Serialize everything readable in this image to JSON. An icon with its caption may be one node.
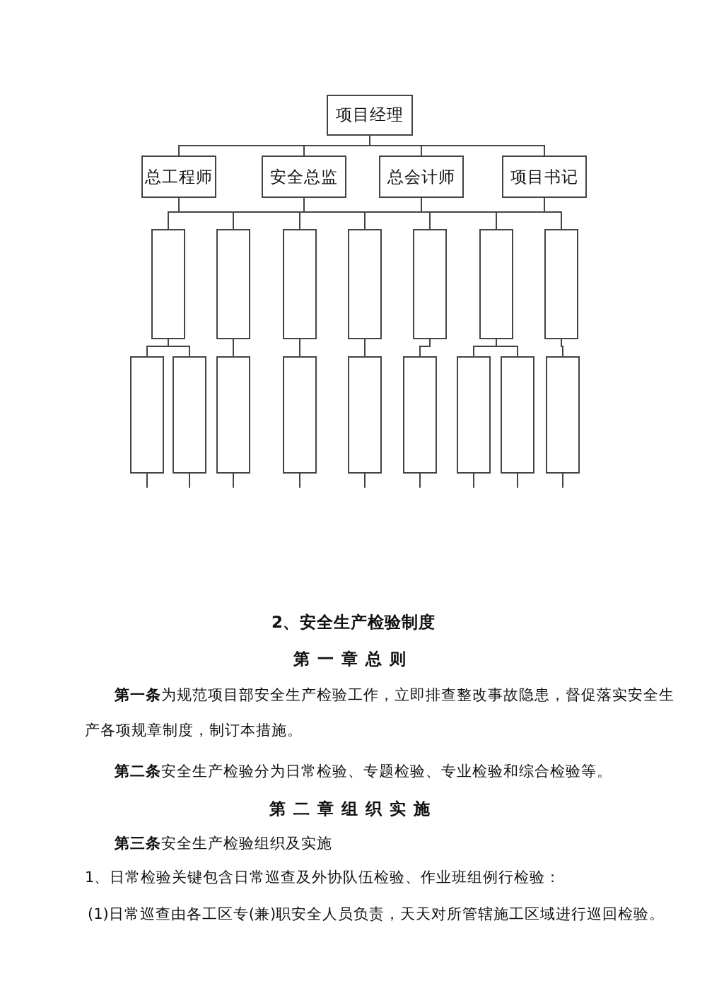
{
  "diagram": {
    "nodes": [
      {
        "text": [
          "项目经理"
        ]
      },
      {
        "text": [
          "总工程师"
        ]
      },
      {
        "text": [
          "安全总监"
        ]
      },
      {
        "text": [
          "总会计师"
        ]
      },
      {
        "text": [
          "项目书记"
        ]
      },
      {
        "text": [],
        "shape": "box"
      },
      {
        "text": [],
        "shape": "box"
      },
      {
        "text": [],
        "shape": "box"
      },
      {
        "text": [],
        "shape": "box"
      },
      {
        "text": [],
        "shape": "box"
      },
      {
        "text": [],
        "shape": "box"
      },
      {
        "text": [],
        "shape": "box"
      },
      {
        "text": [],
        "shape": "box"
      },
      {
        "text": [],
        "shape": "box"
      },
      {
        "text": [],
        "shape": "box"
      },
      {
        "text": [],
        "shape": "box"
      },
      {
        "text": [],
        "shape": "box"
      },
      {
        "text": [],
        "shape": "box"
      },
      {
        "text": [],
        "shape": "box"
      },
      {
        "text": [],
        "shape": "box"
      },
      {
        "text": [],
        "shape": "box"
      }
    ],
    "edges": [
      {
        "from": 0,
        "to": 1,
        "arrow": "none"
      },
      {
        "from": 0,
        "to": 2,
        "arrow": "none"
      },
      {
        "from": 0,
        "to": 3,
        "arrow": "none"
      },
      {
        "from": 0,
        "to": 4,
        "arrow": "none"
      },
      {
        "from": 1,
        "to": 5,
        "arrow": "none"
      },
      {
        "from": 1,
        "to": 6,
        "arrow": "none"
      },
      {
        "from": 1,
        "to": 7,
        "arrow": "none"
      },
      {
        "from": 1,
        "to": 8,
        "arrow": "none"
      },
      {
        "from": 1,
        "to": 9,
        "arrow": "none"
      },
      {
        "from": 1,
        "to": 10,
        "arrow": "none"
      },
      {
        "from": 1,
        "to": 11,
        "arrow": "none"
      },
      {
        "from": 2,
        "to": 5,
        "arrow": "none"
      },
      {
        "from": 2,
        "to": 6,
        "arrow": "none"
      },
      {
        "from": 2,
        "to": 7,
        "arrow": "none"
      },
      {
        "from": 2,
        "to": 8,
        "arrow": "none"
      },
      {
        "from": 2,
        "to": 9,
        "arrow": "none"
      },
      {
        "from": 2,
        "to": 10,
        "arrow": "none"
      },
      {
        "from": 2,
        "to": 11,
        "arrow": "none"
      },
      {
        "from": 3,
        "to": 5,
        "arrow": "none"
      },
      {
        "from": 3,
        "to": 6,
        "arrow": "none"
      },
      {
        "from": 3,
        "to": 7,
        "arrow": "none"
      },
      {
        "from": 3,
        "to": 8,
        "arrow": "none"
      },
      {
        "from": 3,
        "to": 9,
        "arrow": "none"
      },
      {
        "from": 3,
        "to": 10,
        "arrow": "none"
      },
      {
        "from": 3,
        "to": 11,
        "arrow": "none"
      },
      {
        "from": 4,
        "to": 5,
        "arrow": "none"
      },
      {
        "from": 4,
        "to": 6,
        "arrow": "none"
      },
      {
        "from": 4,
        "to": 7,
        "arrow": "none"
      },
      {
        "from": 4,
        "to": 8,
        "arrow": "none"
      },
      {
        "from": 4,
        "to": 9,
        "arrow": "none"
      },
      {
        "from": 4,
        "to": 10,
        "arrow": "none"
      },
      {
        "from": 4,
        "to": 11,
        "arrow": "none"
      },
      {
        "from": 5,
        "to": 12,
        "arrow": "none"
      },
      {
        "from": 5,
        "to": 13,
        "arrow": "none"
      },
      {
        "from": 6,
        "to": 14,
        "arrow": "none"
      },
      {
        "from": 7,
        "to": 15,
        "arrow": "none"
      },
      {
        "from": 8,
        "to": 16,
        "arrow": "none"
      },
      {
        "from": 9,
        "to": 17,
        "arrow": "none"
      },
      {
        "from": 10,
        "to": 18,
        "arrow": "none"
      },
      {
        "from": 10,
        "to": 19,
        "arrow": "none"
      },
      {
        "from": 11,
        "to": 20,
        "arrow": "none"
      },
      {
        "from": 12,
        "to": null,
        "arrow": "none"
      },
      {
        "from": 13,
        "to": null,
        "arrow": "none"
      },
      {
        "from": 14,
        "to": null,
        "arrow": "none"
      },
      {
        "from": 15,
        "to": null,
        "arrow": "none"
      },
      {
        "from": 16,
        "to": null,
        "arrow": "none"
      },
      {
        "from": 17,
        "to": null,
        "arrow": "none"
      },
      {
        "from": 18,
        "to": null,
        "arrow": "none"
      },
      {
        "from": 19,
        "to": null,
        "arrow": "none"
      },
      {
        "from": 20,
        "to": null,
        "arrow": "none"
      }
    ],
    "labels": [
      "2、安全生产检验制度",
      "第一章总则",
      "**第一条**为规范项目部安全生产检验工作，立即排查整改事故隐患，督促落实安全生产各项规章制度，制订本措施。",
      "**第二条**安全生产检验分为日常检验、专题检验、专业检验和综合检验等。",
      "第二章组织实施",
      "**第三条**安全生产检验组织及实施",
      "1、日常检验关键包含日常巡查及外协队伍检验、作业班组例行检验：",
      "(1)日常巡查由各工区专(兼)职安全人员负责，天天对所管辖施工区域进行巡回检验。"
    ]
  }
}
